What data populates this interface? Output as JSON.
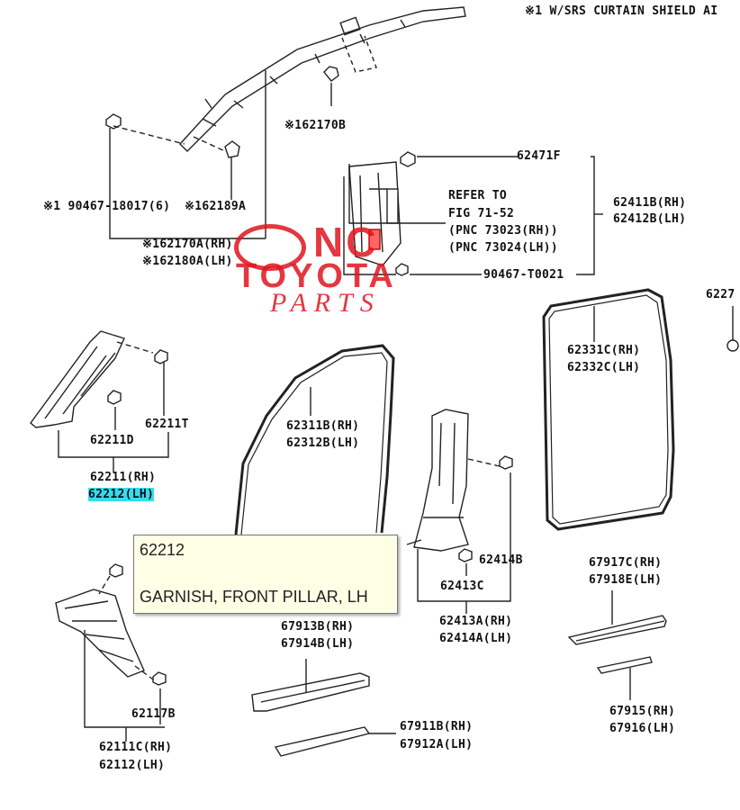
{
  "header_note": "※1 W/SRS CURTAIN SHIELD AI",
  "watermark": {
    "line1": "NC",
    "line2": "TOYOTA",
    "line3": "PARTS",
    "color": "#e0141e"
  },
  "labels": {
    "p1": "※162170B",
    "p2": "62471F",
    "p3": "62411B(RH)",
    "p4": "62412B(LH)",
    "p5": "※1 90467-18017(6)",
    "p6": "※162189A",
    "p7": "※162170A(RH)",
    "p8": "※162180A(LH)",
    "p9": "90467-T0021",
    "p10": "6227",
    "p11": "62331C(RH)",
    "p12": "62332C(LH)",
    "p13": "62211T",
    "p14": "62211D",
    "p15": "62211(RH)",
    "p16": "62212(LH)",
    "p17": "62311B(RH)",
    "p18": "62312B(LH)",
    "p19": "62414B",
    "p20": "62413C",
    "p21": "62413A(RH)",
    "p22": "62414A(LH)",
    "p23": "67917C(RH)",
    "p24": "67918E(LH)",
    "p25": "67913B(RH)",
    "p26": "67914B(LH)",
    "p27": "62117B",
    "p28": "62111C(RH)",
    "p29": "62112(LH)",
    "p30": "67911B(RH)",
    "p31": "67912A(LH)",
    "p32": "67915(RH)",
    "p33": "67916(LH)"
  },
  "refer": {
    "line1": "REFER TO",
    "line2": "FIG 71-52",
    "line3": "(PNC 73023(RH))",
    "line4": "(PNC 73024(LH))"
  },
  "tooltip": {
    "part_number": "62212",
    "part_name": "GARNISH, FRONT PILLAR, LH"
  }
}
